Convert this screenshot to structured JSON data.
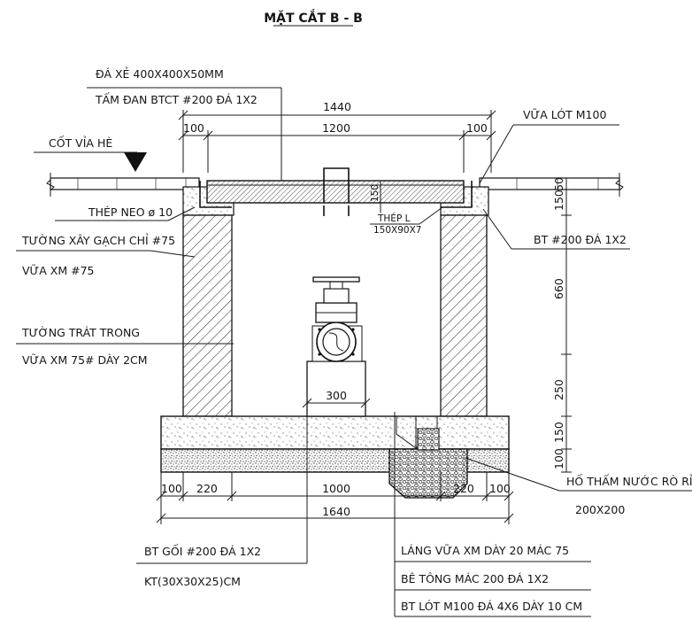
{
  "title": "MẶT CẮT B - B",
  "labels": {
    "cover_stone": "ĐÁ XẺ 400X400X50MM",
    "cover_slab": "TẤM ĐAN BTCT #200 ĐÁ 1X2",
    "sidewalk_level": "CỐT VỈA HÈ",
    "anchor_steel": "THÉP NEO ø 10",
    "brick_wall": "TƯỜNG XÂY GẠCH CHỈ #75",
    "brick_mortar": "VỮA XM #75",
    "plaster_wall": "TƯỜNG TRÁT TRONG",
    "plaster_mortar": "VỮA XM 75# DÀY 2CM",
    "lining_mortar": "VỮA LÓT M100",
    "steel_angle": "THÉP L",
    "steel_angle_size": "150X90X7",
    "edge_concrete": "BT #200 ĐÁ 1X2",
    "seepage_pit": "HỐ THẤM NƯỚC RÒ RỈ",
    "seepage_pit_size": "200X200",
    "support_block": "BT GỐI #200 ĐÁ 1X2",
    "support_size": "KT(30X30X25)CM",
    "layer_finish": "LÁNG VỮA XM DÀY 20 MÁC 75",
    "layer_concrete": "BÊ TÔNG MÁC 200 ĐÁ 1X2",
    "layer_base": "BT LÓT M100 ĐÁ 4X6 DÀY 10 CM"
  },
  "dimensions": {
    "top_total": "1440",
    "top_left": "100",
    "top_mid": "1200",
    "top_right": "100",
    "v_50": "50",
    "v_150a": "150",
    "v_150_slab": "150",
    "v_660": "660",
    "v_250": "250",
    "v_150b": "150",
    "v_100": "100",
    "support_300": "300",
    "bot_100l": "100",
    "bot_220l": "220",
    "bot_1000": "1000",
    "bot_220r": "220",
    "bot_100r": "100",
    "bot_total": "1640"
  },
  "icons": {
    "level_marker": "triangle-level-icon",
    "valve": "gate-valve-icon"
  }
}
